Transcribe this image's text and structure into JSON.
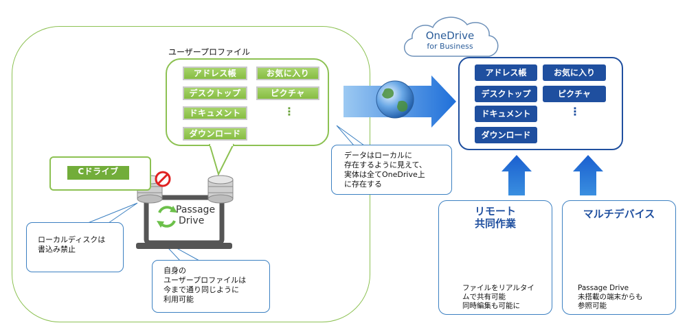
{
  "profile": {
    "title": "ユーザープロファイル",
    "items": [
      "アドレス帳",
      "お気に入り",
      "デスクトップ",
      "ピクチャ",
      "ドキュメント",
      "ダウンロード"
    ],
    "ellipsis": "⋮"
  },
  "cdrive": {
    "label": "Cドライブ"
  },
  "logo": {
    "line1": "Passage",
    "line2": "Drive"
  },
  "callouts": {
    "local_disk": [
      "ローカルディスクは",
      "書込み禁止"
    ],
    "own_profile": [
      "自身の",
      "ユーザープロファイルは",
      "今まで通り同じように",
      "利用可能"
    ],
    "data_location": [
      "データはローカルに",
      "存在するように見えて、",
      "実体は全てOneDrive上",
      "に存在する"
    ]
  },
  "cloud": {
    "line1": "OneDrive",
    "line2": "for Business",
    "items": [
      "アドレス帳",
      "お気に入り",
      "デスクトップ",
      "ピクチャ",
      "ドキュメント",
      "ダウンロード"
    ],
    "ellipsis": "⋮"
  },
  "remote": {
    "title_line1": "リモート",
    "title_line2": "共同作業",
    "desc": [
      "ファイルをリアルタイ",
      "ムで共有可能",
      "同時編集も可能に"
    ]
  },
  "multi": {
    "title": "マルチデバイス",
    "desc": [
      "Passage Drive",
      "未搭載の端末からも",
      "参照可能"
    ]
  },
  "colors": {
    "green": "#8cc152",
    "navy": "#1f4f9f",
    "blue": "#2f7fd6"
  }
}
